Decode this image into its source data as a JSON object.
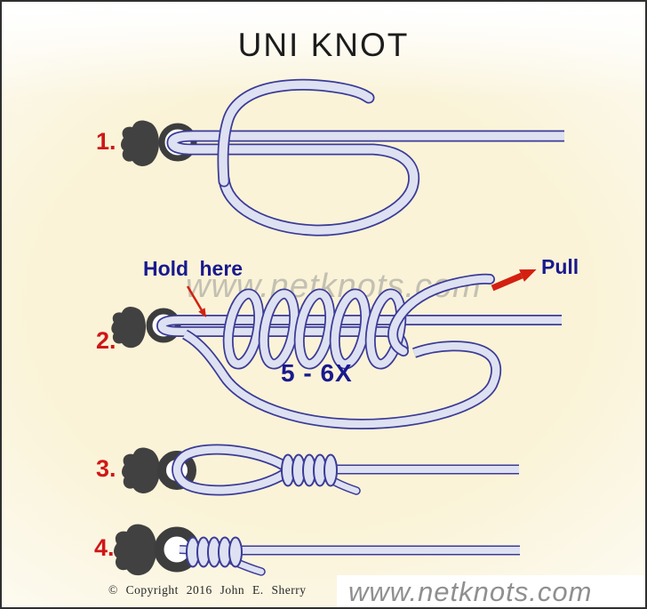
{
  "title": "UNI KNOT",
  "steps": [
    {
      "number": "1."
    },
    {
      "number": "2.",
      "hold_label": "Hold here",
      "pull_label": "Pull",
      "wrap_count_label": "5 - 6X"
    },
    {
      "number": "3."
    },
    {
      "number": "4."
    }
  ],
  "watermarks": {
    "center": "www.netknots.com",
    "footer": "www.netknots.com"
  },
  "copyright_notice": "© Copyright  2016  John E. Sherry",
  "icons": [
    "hook-eye-icon",
    "hold-here-arrow-icon",
    "pull-arrow-icon"
  ],
  "colors": {
    "step_number_red": "#cf1717",
    "label_navy": "#19198f",
    "rope_fill": "#dee1f1",
    "rope_outline": "#3b3b98",
    "hook_gray": "#414141",
    "arrow_red": "#d32011",
    "watermark_gray": "#9a9a9a",
    "background_cream": "#faf3d7"
  }
}
